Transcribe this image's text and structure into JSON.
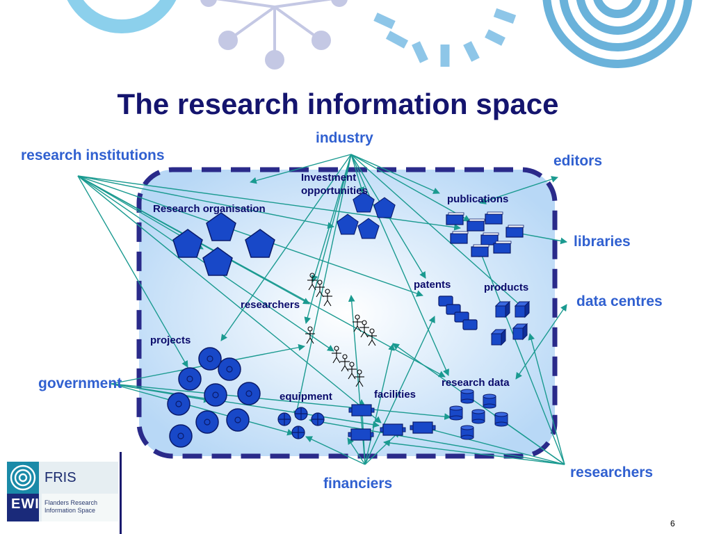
{
  "title": "The research information space",
  "external": {
    "industry": "industry",
    "research_institutions": "research institutions",
    "editors": "editors",
    "libraries": "libraries",
    "data_centres": "data centres",
    "government": "government",
    "financiers": "financiers",
    "researchers": "researchers"
  },
  "inner": {
    "investment_line1": "Investment",
    "investment_line2": "opportunities",
    "research_organisation": "Research organisation",
    "publications": "publications",
    "patents": "patents",
    "products": "products",
    "researchers": "researchers",
    "projects": "projects",
    "equipment": "equipment",
    "facilities": "facilities",
    "research_data": "research data"
  },
  "logo": {
    "fris": "FRIS",
    "ewi": "EWI",
    "tagline_line1": "Flanders Research",
    "tagline_line2": "Information Space"
  },
  "page_number": "6",
  "colors": {
    "title": "#14146e",
    "external_label": "#3060d0",
    "inner_label": "#0a0a6a",
    "arrow": "#1a9a90",
    "shape_fill": "#1848c8",
    "shape_stroke": "#0a1a6a",
    "border_dash": "#2a2a8a"
  }
}
